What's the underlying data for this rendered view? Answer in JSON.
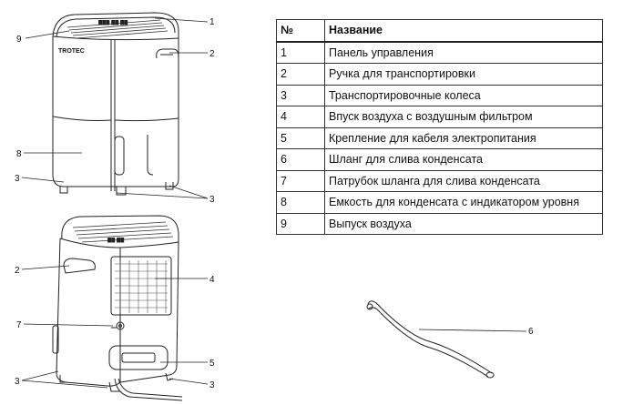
{
  "table": {
    "headers": {
      "number": "№",
      "name": "Название"
    },
    "rows": [
      {
        "number": "1",
        "name": "Панель управления"
      },
      {
        "number": "2",
        "name": "Ручка для транспортировки"
      },
      {
        "number": "3",
        "name": "Транспортировочные колеса"
      },
      {
        "number": "4",
        "name": "Впуск воздуха с воздушным фильтром"
      },
      {
        "number": "5",
        "name": "Крепление для кабеля электропитания"
      },
      {
        "number": "6",
        "name": "Шланг для слива конденсата"
      },
      {
        "number": "7",
        "name": "Патрубок шланга для слива конденсата"
      },
      {
        "number": "8",
        "name": "Емкость для конденсата с индикатором уровня"
      },
      {
        "number": "9",
        "name": "Выпуск воздуха"
      }
    ]
  },
  "figure": {
    "brand": "TROTEC",
    "callouts": {
      "front_panel": "1",
      "front_air_outlet": "9",
      "front_handle": "2",
      "front_tank": "8",
      "front_wheels_left": "3",
      "front_wheels_right": "3",
      "back_handle": "2",
      "back_filter": "4",
      "back_drain": "7",
      "back_cable": "5",
      "back_wheels_left": "3",
      "back_wheels_right": "3",
      "hose": "6"
    }
  }
}
